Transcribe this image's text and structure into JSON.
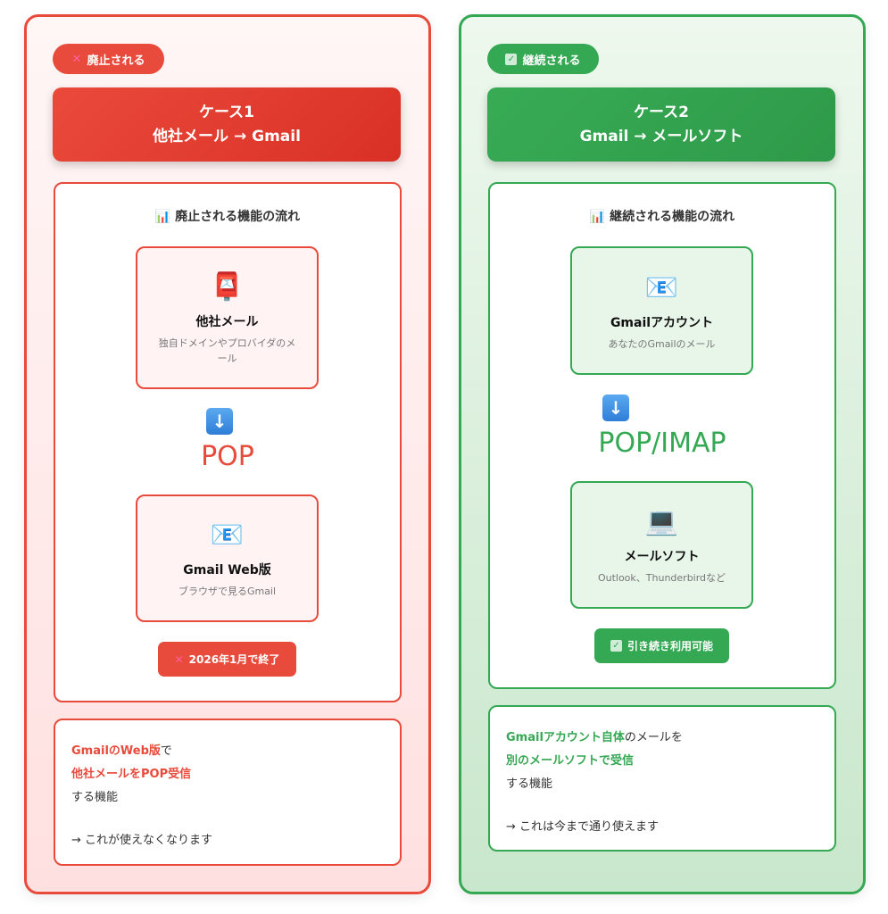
{
  "case1": {
    "badge": "廃止される",
    "title_line1": "ケース1",
    "title_line2": "他社メール → Gmail",
    "flow_title": "廃止される機能の流れ",
    "card1": {
      "name": "他社メール",
      "desc": "独自ドメインやプロバイダのメール"
    },
    "protocol": "POP",
    "card2": {
      "name": "Gmail Web版",
      "desc": "ブラウザで見るGmail"
    },
    "status_button": "2026年1月で終了",
    "description": {
      "hl1": "GmailのWeb版",
      "t1": "で",
      "hl2": "他社メールをPOP受信",
      "t2": "する機能",
      "note": "→ これが使えなくなります"
    }
  },
  "case2": {
    "badge": "継続される",
    "title_line1": "ケース2",
    "title_line2": "Gmail → メールソフト",
    "flow_title": "継続される機能の流れ",
    "card1": {
      "name": "Gmailアカウント",
      "desc": "あなたのGmailのメール"
    },
    "protocol": "POP/IMAP",
    "card2": {
      "name": "メールソフト",
      "desc": "Outlook、Thunderbirdなど"
    },
    "status_button": "引き続き利用可能",
    "description": {
      "hl1": "Gmailアカウント自体",
      "t1": "のメールを",
      "hl2": "別のメールソフトで受信",
      "t2": "する機能",
      "note": "→ これは今まで通り使えます"
    }
  },
  "colors": {
    "red": "#e84a3c",
    "green": "#34a853"
  }
}
